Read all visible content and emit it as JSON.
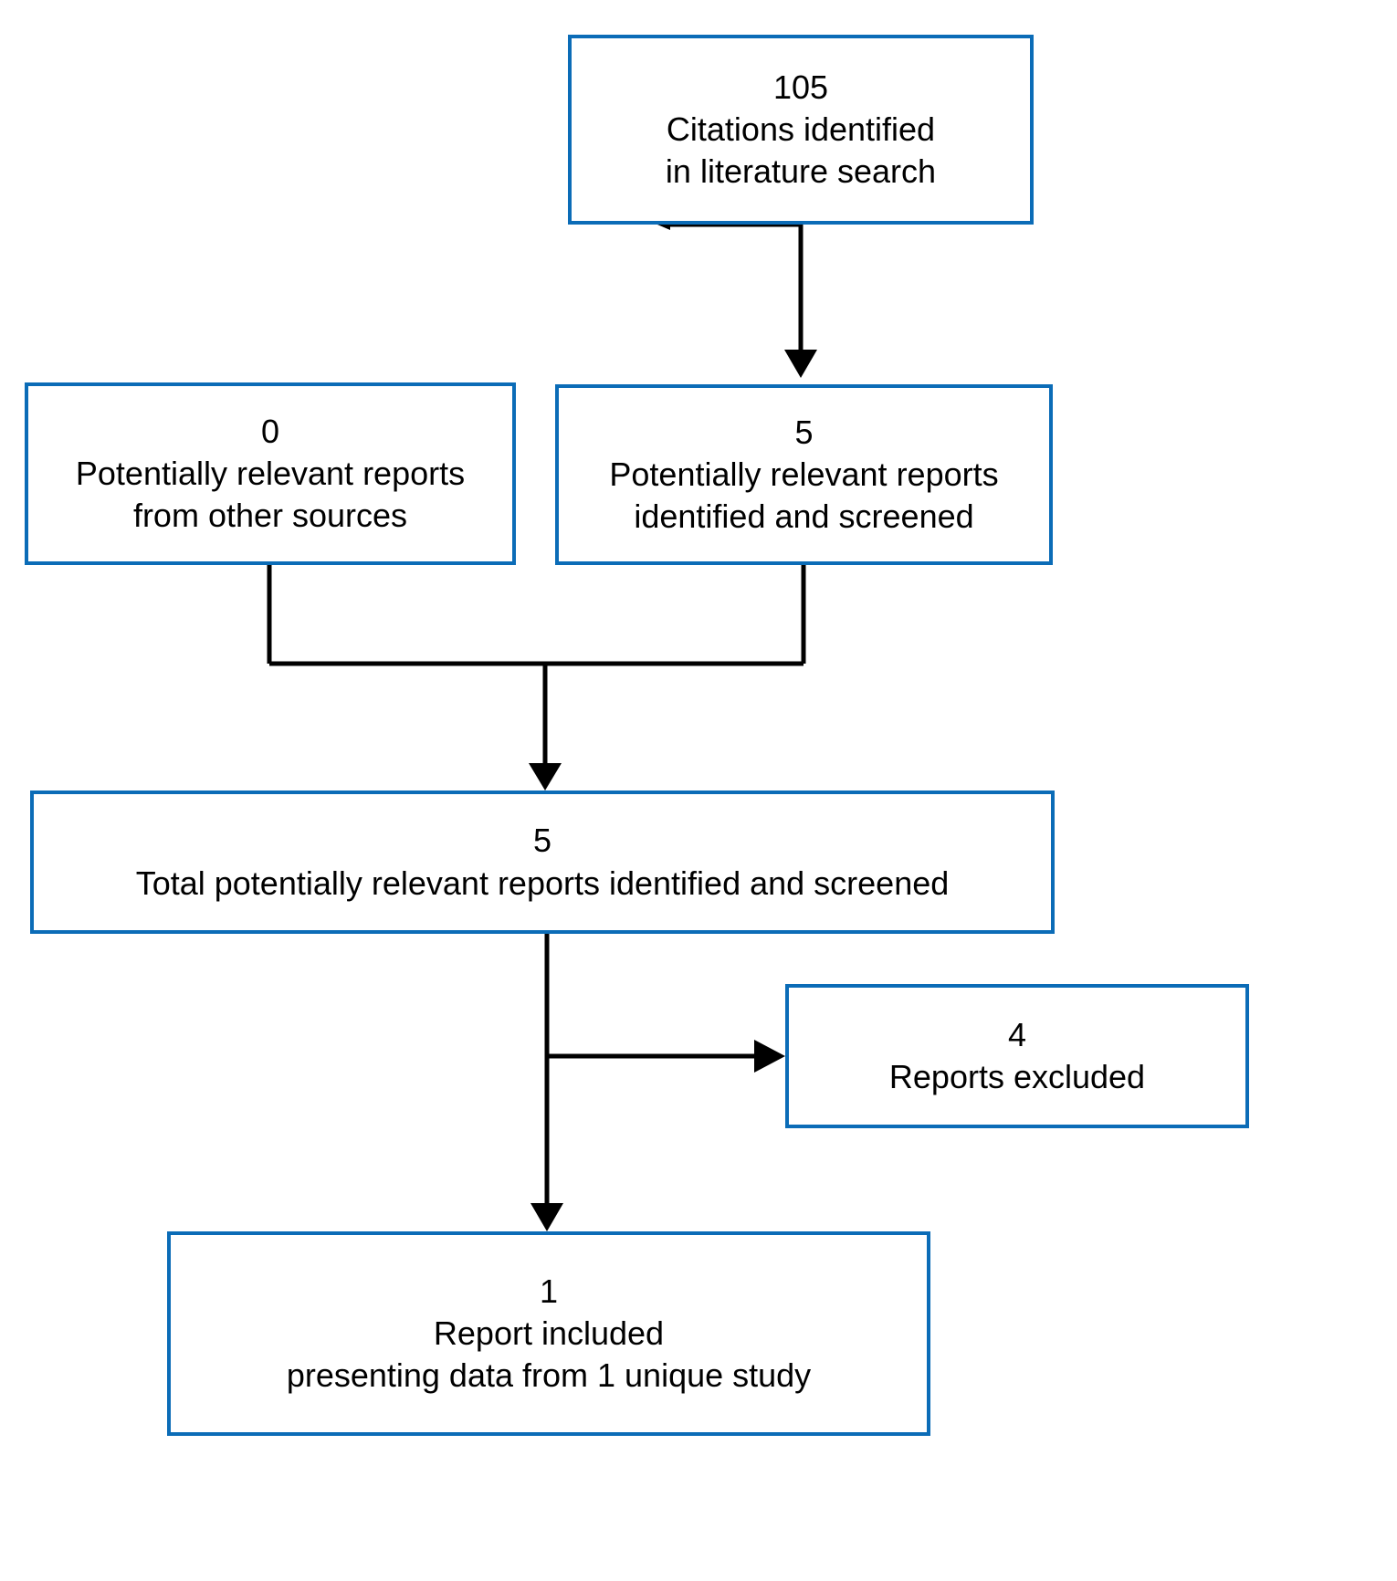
{
  "diagram": {
    "type": "prisma-flow-diagram",
    "accent_color": "#0B6CB7",
    "line_color": "#000000",
    "background": "#ffffff",
    "nodes": [
      {
        "id": "citations",
        "name": "citations-identified-box",
        "count": "105",
        "line1": "Citations identified",
        "line2": "in literature search"
      },
      {
        "id": "other_sources",
        "name": "other-sources-box",
        "count": "0",
        "line1": "Potentially relevant reports",
        "line2": "from other sources"
      },
      {
        "id": "screened",
        "name": "identified-and-screened-box",
        "count": "5",
        "line1": "Potentially relevant reports",
        "line2": "identified and screened"
      },
      {
        "id": "total",
        "name": "total-screened-box",
        "count": "5",
        "line1": "Total potentially relevant reports identified and screened"
      },
      {
        "id": "excluded",
        "name": "reports-excluded-box",
        "count": "4",
        "line1": "Reports excluded"
      },
      {
        "id": "included",
        "name": "report-included-box",
        "count": "1",
        "line1": "Report included",
        "line2": "presenting data from 1 unique study"
      }
    ],
    "edges": [
      {
        "from": "citations",
        "to": "screened",
        "style": "straight-down-arrow"
      },
      {
        "from": "other_sources",
        "to": "total",
        "style": "elbow-merge-down-arrow"
      },
      {
        "from": "screened",
        "to": "total",
        "style": "elbow-merge-down-arrow"
      },
      {
        "from": "total",
        "to": "excluded",
        "style": "branch-right-arrow"
      },
      {
        "from": "total",
        "to": "included",
        "style": "straight-down-arrow"
      }
    ]
  }
}
